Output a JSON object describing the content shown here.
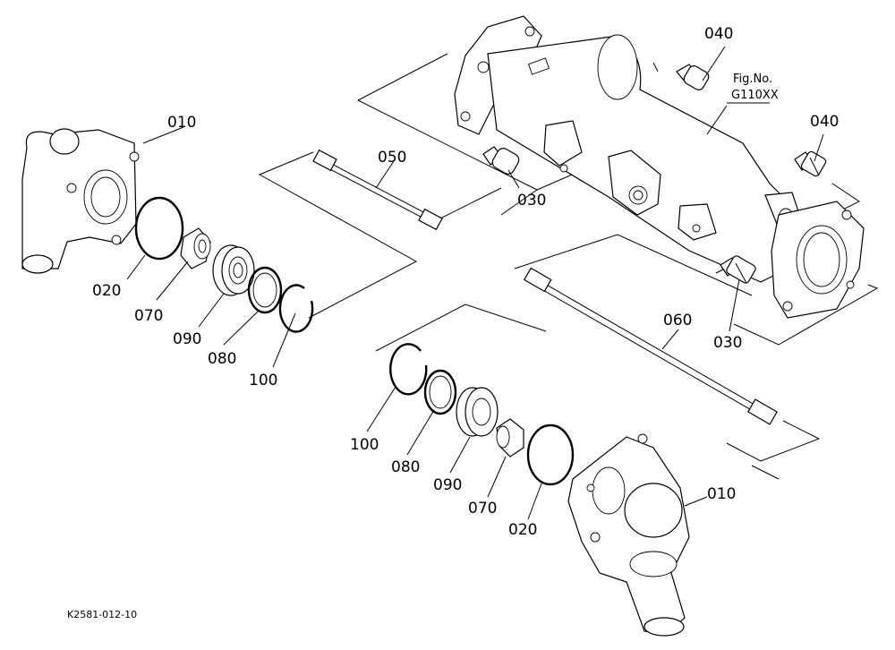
{
  "diagram": {
    "figure_ref": {
      "line1": "Fig.No.",
      "line2": "G110XX"
    },
    "drawing_code": "K2581-012-10",
    "callouts": [
      {
        "id": "c040a",
        "text": "040"
      },
      {
        "id": "c040b",
        "text": "040"
      },
      {
        "id": "c010a",
        "text": "010"
      },
      {
        "id": "c050",
        "text": "050"
      },
      {
        "id": "c030a",
        "text": "030"
      },
      {
        "id": "c020a",
        "text": "020"
      },
      {
        "id": "c070a",
        "text": "070"
      },
      {
        "id": "c090a",
        "text": "090"
      },
      {
        "id": "c080a",
        "text": "080"
      },
      {
        "id": "c100a",
        "text": "100"
      },
      {
        "id": "c060",
        "text": "060"
      },
      {
        "id": "c030b",
        "text": "030"
      },
      {
        "id": "c100b",
        "text": "100"
      },
      {
        "id": "c080b",
        "text": "080"
      },
      {
        "id": "c090b",
        "text": "090"
      },
      {
        "id": "c070b",
        "text": "070"
      },
      {
        "id": "c020b",
        "text": "020"
      },
      {
        "id": "c010b",
        "text": "010"
      }
    ]
  }
}
